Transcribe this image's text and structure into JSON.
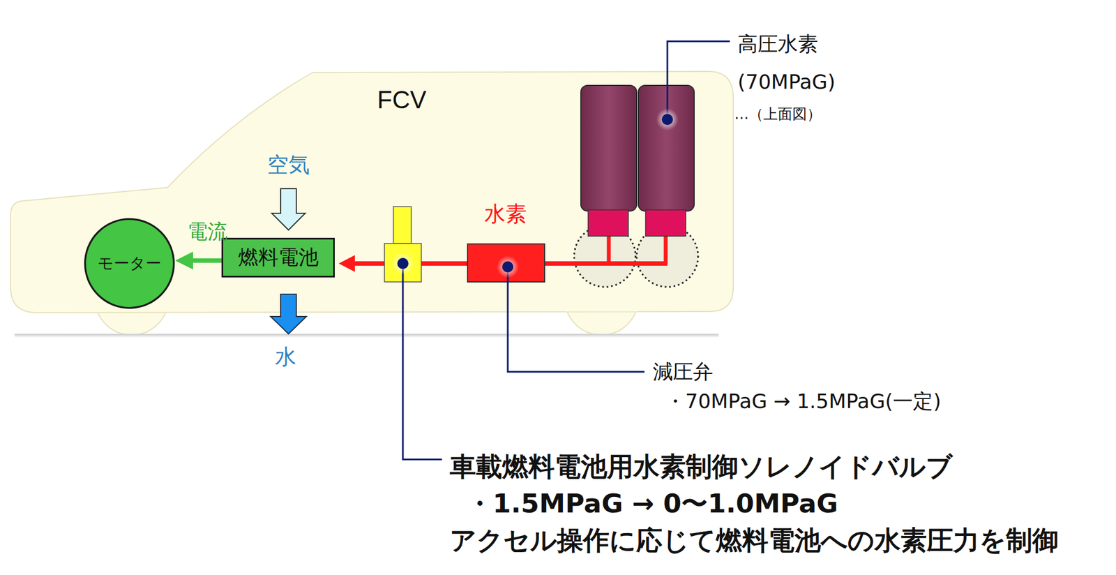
{
  "diagram": {
    "nodes": [
      {
        "text": [
          "FCV"
        ]
      },
      {
        "text": [
          "燃料電池"
        ],
        "in": 0
      },
      {
        "text": [
          "モーター"
        ],
        "in": 0
      }
    ],
    "edges": [
      {
        "from": 1,
        "to": 2,
        "arrow": "to",
        "label": "電流"
      }
    ],
    "labels": [
      "空気",
      "水",
      "水素",
      "高圧水素",
      "(70MPaG)",
      "…（上面図）",
      "減圧弁",
      "・70MPaG → 1.5MPaG(一定)",
      "車載燃料電池用水素制御ソレノイドバルブ",
      "・1.5MPaG → 0〜1.0MPaG",
      "アクセル操作に応じて燃料電池への水素圧力を制御"
    ]
  }
}
